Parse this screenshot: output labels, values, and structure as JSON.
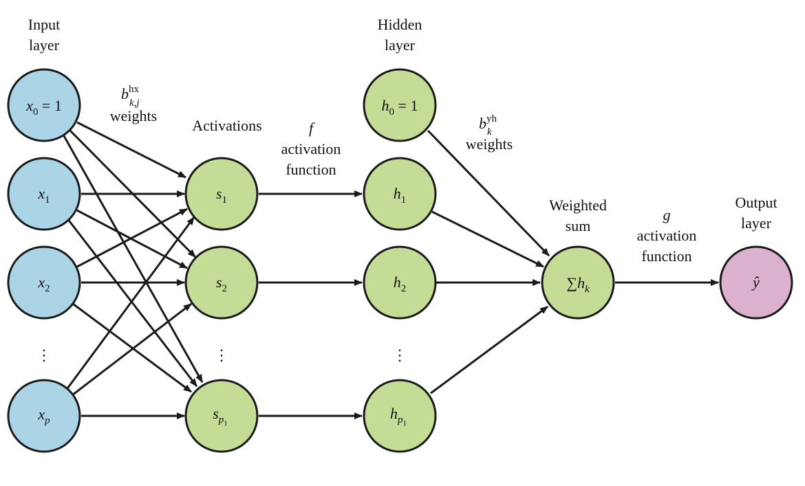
{
  "colors": {
    "input_node": "#abd5e6",
    "hidden_node": "#c4dc95",
    "output_node": "#dcb1cd",
    "stroke": "#1a1a1a"
  },
  "labels": {
    "input_layer": [
      "Input",
      "layer"
    ],
    "hidden_layer": [
      "Hidden",
      "layer"
    ],
    "activations": "Activations",
    "f_symbol": "f",
    "f_caption": [
      "activation",
      "function"
    ],
    "weights_hx": {
      "base": "b",
      "sup": "hx",
      "sub": "k,j",
      "caption": "weights"
    },
    "weights_yh": {
      "base": "b",
      "sup": "yh",
      "sub": "k",
      "caption": "weights"
    },
    "weighted_sum": [
      "Weighted",
      "sum"
    ],
    "g_symbol": "g",
    "g_caption": [
      "activation",
      "function"
    ],
    "output_layer": [
      "Output",
      "layer"
    ]
  },
  "nodes": {
    "x0": {
      "base": "x",
      "sub": "0",
      "rest": " = 1"
    },
    "x1": {
      "base": "x",
      "sub": "1"
    },
    "x2": {
      "base": "x",
      "sub": "2"
    },
    "xp": {
      "base": "x",
      "sub": "p"
    },
    "s1": {
      "base": "s",
      "sub": "1"
    },
    "s2": {
      "base": "s",
      "sub": "2"
    },
    "sp1": {
      "base": "s",
      "sub": "p",
      "subsub": "1"
    },
    "h0": {
      "base": "h",
      "sub": "0",
      "rest": " = 1"
    },
    "h1": {
      "base": "h",
      "sub": "1"
    },
    "h2": {
      "base": "h",
      "sub": "2"
    },
    "hp1": {
      "base": "h",
      "sub": "p",
      "subsub": "1"
    },
    "sum": {
      "sigma": "∑",
      "base": "h",
      "sub": "k"
    },
    "yhat": {
      "base": "ŷ"
    }
  },
  "ellipsis": "⋮"
}
